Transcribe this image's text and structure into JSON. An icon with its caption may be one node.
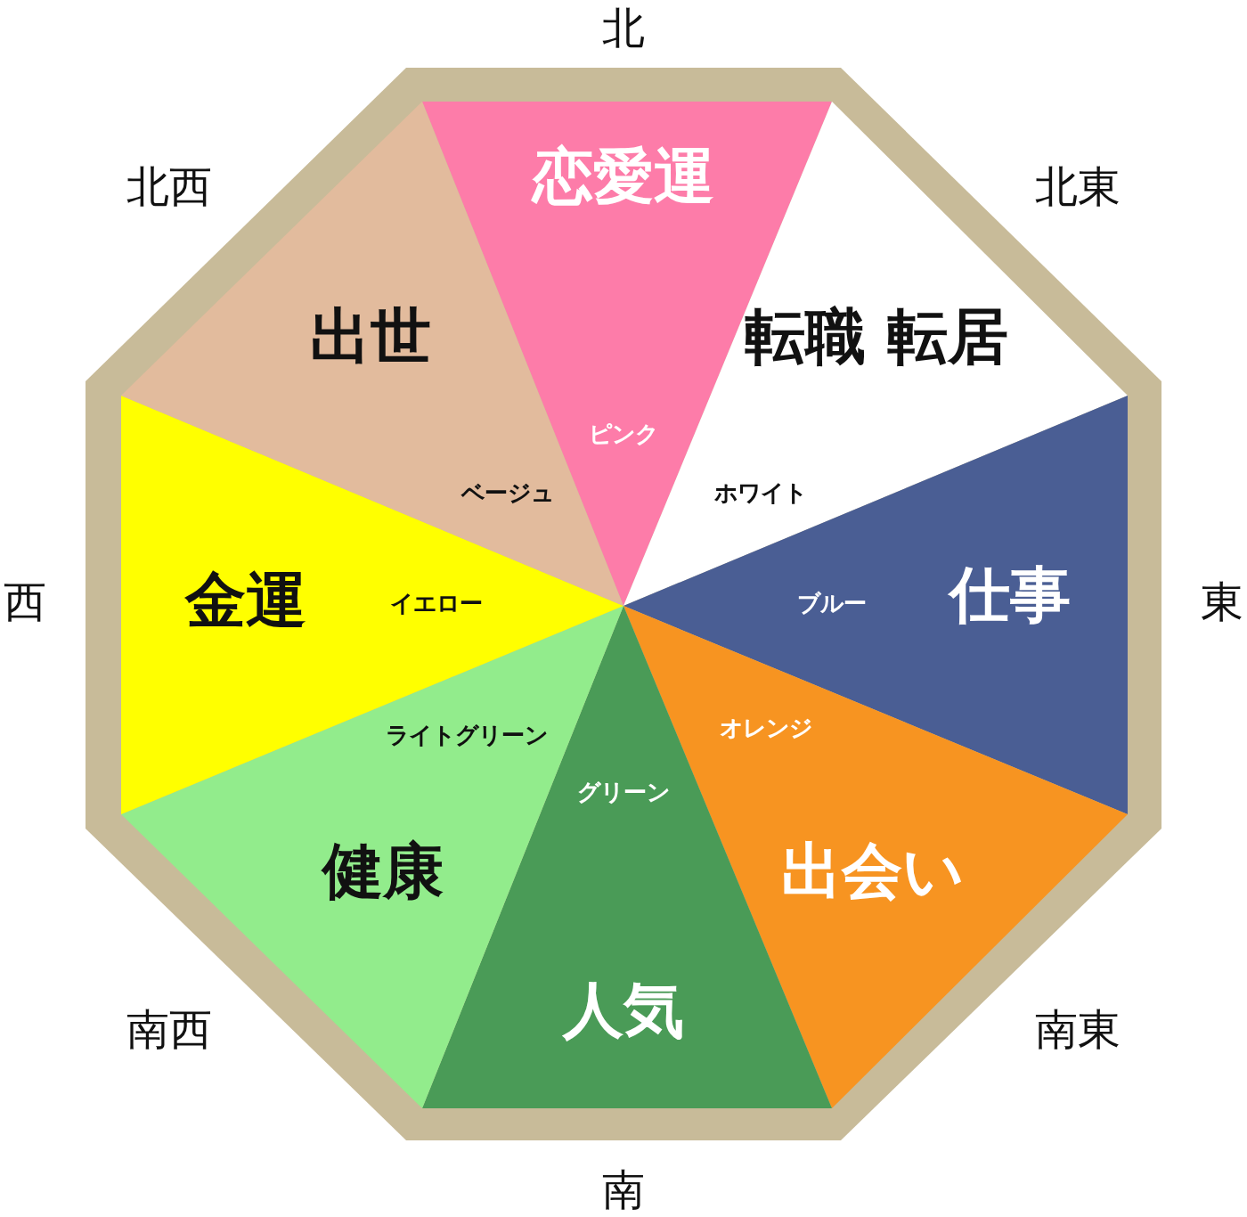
{
  "diagram": {
    "nodes": [
      {
        "text": [
          "恋愛運",
          "ピンク"
        ]
      },
      {
        "text": [
          "転職 転居",
          "ホワイト"
        ]
      },
      {
        "text": [
          "ブルー",
          "仕事"
        ]
      },
      {
        "text": [
          "オレンジ",
          "出会い"
        ]
      },
      {
        "text": [
          "グリーン",
          "人気"
        ]
      },
      {
        "text": [
          "ライトグリーン",
          "健康"
        ]
      },
      {
        "text": [
          "金運",
          "イエロー"
        ]
      },
      {
        "text": [
          "出世",
          "ベージュ"
        ]
      }
    ],
    "labels": [
      "北",
      "北西",
      "北東",
      "西",
      "東",
      "南西",
      "南東",
      "南"
    ]
  }
}
